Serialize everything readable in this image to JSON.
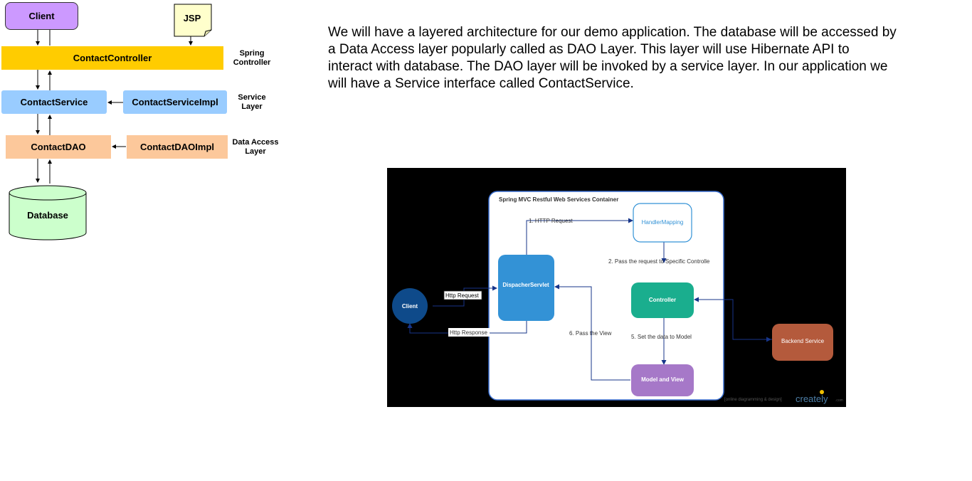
{
  "left_diagram": {
    "client": "Client",
    "jsp": "JSP",
    "contact_controller": "ContactController",
    "contact_service": "ContactService",
    "contact_service_impl": "ContactServiceImpl",
    "contact_dao": "ContactDAO",
    "contact_dao_impl": "ContactDAOImpl",
    "database": "Database",
    "spring_controller_label_1": "Spring",
    "spring_controller_label_2": "Controller",
    "service_layer_label_1": "Service",
    "service_layer_label_2": "Layer",
    "data_access_layer_label_1": "Data Access",
    "data_access_layer_label_2": "Layer"
  },
  "paragraph": "We will have a layered architecture for our demo application. The database will be accessed by a Data Access layer popularly called as DAO Layer. This layer will use Hibernate API to interact with database. The DAO layer will be invoked by a service layer. In our application we will have a Service interface called ContactService.",
  "right_diagram": {
    "container_title": "Spring MVC Restful Web Services Container",
    "client": "Client",
    "dispatcher": "DispacherServlet",
    "handler_mapping": "HandlerMapping",
    "controller": "Controller",
    "model_and_view": "Model and View",
    "backend_service": "Backend Service",
    "http_request_label": "Http Request",
    "http_response_label": "Http Response",
    "step1": "1. HTTP Request",
    "step2": "2. Pass the request to Specific Controlle",
    "step5": "5. Set the data to Model",
    "step6": "6. Pass the View",
    "watermark_sub": "[online diagramming & design]",
    "watermark_brand": "creately",
    "watermark_tld": ".com"
  },
  "colors": {
    "client_purple": "#cc99ff",
    "jsp_yellow": "#ffffcc",
    "controller_gold": "#ffcc00",
    "service_blue": "#99ccff",
    "dao_orange": "#fcc89b",
    "database_green": "#ccffcc",
    "dispatcher_blue": "#3392d6",
    "controller_green": "#1aae8e",
    "model_view_purple": "#a678c8",
    "backend_brown": "#b45a3c",
    "client_navy": "#0e4a8a",
    "arrow_navy": "#17358a"
  }
}
